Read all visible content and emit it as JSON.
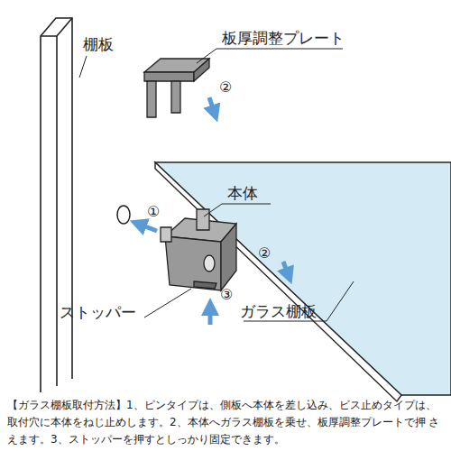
{
  "diagram": {
    "caption": "【ガラス棚板取付方法】1、ピンタイプは、側板へ本体を差し込み、ビス止めタイプは、 取付穴に本体をねじ止めします。2、本体へガラス棚板を乗せ、板厚調整プレートで押 さえます。3、ストッパーを押すとしっかり固定できます。",
    "labels": [
      "板厚調整プレート",
      "棚板",
      "②",
      "本体",
      "①",
      "②",
      "ストッパー",
      "③",
      "ガラス棚板"
    ]
  }
}
